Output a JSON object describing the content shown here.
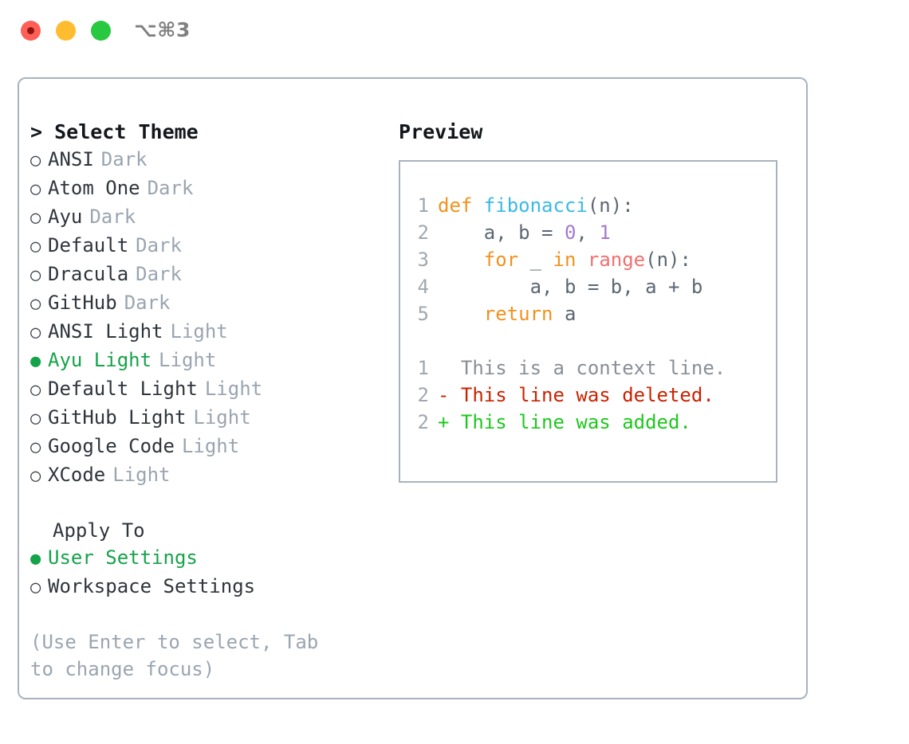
{
  "titlebar": {
    "shortcut": "⌥⌘3",
    "lights": [
      "close-red",
      "minimize-yellow",
      "maximize-green"
    ]
  },
  "theme_picker": {
    "heading": "> Select Theme",
    "selected_bullet": "●",
    "unselected_bullet": "○",
    "options": [
      {
        "name": "ANSI",
        "category": "Dark",
        "selected": false
      },
      {
        "name": "Atom One",
        "category": "Dark",
        "selected": false
      },
      {
        "name": "Ayu",
        "category": "Dark",
        "selected": false
      },
      {
        "name": "Default",
        "category": "Dark",
        "selected": false
      },
      {
        "name": "Dracula",
        "category": "Dark",
        "selected": false
      },
      {
        "name": "GitHub",
        "category": "Dark",
        "selected": false
      },
      {
        "name": "ANSI Light",
        "category": "Light",
        "selected": false
      },
      {
        "name": "Ayu Light",
        "category": "Light",
        "selected": true
      },
      {
        "name": "Default Light",
        "category": "Light",
        "selected": false
      },
      {
        "name": "GitHub Light",
        "category": "Light",
        "selected": false
      },
      {
        "name": "Google Code",
        "category": "Light",
        "selected": false
      },
      {
        "name": "XCode",
        "category": "Light",
        "selected": false
      }
    ]
  },
  "apply_to": {
    "title": "Apply To",
    "options": [
      {
        "name": "User Settings",
        "selected": true
      },
      {
        "name": "Workspace Settings",
        "selected": false
      }
    ]
  },
  "hint": "(Use Enter to select, Tab to change focus)",
  "preview": {
    "title": "Preview",
    "code_lines": [
      {
        "num": "1",
        "tokens": [
          {
            "t": "def ",
            "cls": "tok-kw"
          },
          {
            "t": "fibonacci",
            "cls": "tok-fn"
          },
          {
            "t": "(n):",
            "cls": "tok-plain"
          }
        ]
      },
      {
        "num": "2",
        "tokens": [
          {
            "t": "    a, b = ",
            "cls": "tok-plain"
          },
          {
            "t": "0",
            "cls": "tok-num"
          },
          {
            "t": ", ",
            "cls": "tok-plain"
          },
          {
            "t": "1",
            "cls": "tok-num"
          }
        ]
      },
      {
        "num": "3",
        "tokens": [
          {
            "t": "    ",
            "cls": "tok-plain"
          },
          {
            "t": "for",
            "cls": "tok-kw"
          },
          {
            "t": " _ ",
            "cls": "tok-plain"
          },
          {
            "t": "in",
            "cls": "tok-kw"
          },
          {
            "t": " ",
            "cls": "tok-plain"
          },
          {
            "t": "range",
            "cls": "tok-call"
          },
          {
            "t": "(n):",
            "cls": "tok-plain"
          }
        ]
      },
      {
        "num": "4",
        "tokens": [
          {
            "t": "        a, b = b, a + b",
            "cls": "tok-plain"
          }
        ]
      },
      {
        "num": "5",
        "tokens": [
          {
            "t": "    ",
            "cls": "tok-plain"
          },
          {
            "t": "return",
            "cls": "tok-kw"
          },
          {
            "t": " a",
            "cls": "tok-plain"
          }
        ]
      }
    ],
    "diff_lines": [
      {
        "num": "1",
        "marker": " ",
        "text": " This is a context line.",
        "kind": "diff-ctx"
      },
      {
        "num": "2",
        "marker": "-",
        "text": " This line was deleted.",
        "kind": "diff-del"
      },
      {
        "num": "2",
        "marker": "+",
        "text": " This line was added.",
        "kind": "diff-add"
      }
    ]
  },
  "colors": {
    "accent_green": "#15a34a",
    "muted": "#9aa5b1",
    "border": "#a8b2bf",
    "keyword": "#f2921d",
    "function": "#39bae6",
    "number": "#a37acc",
    "call": "#f07171",
    "diff_delete": "#cc2200",
    "diff_add": "#1ec81e"
  }
}
